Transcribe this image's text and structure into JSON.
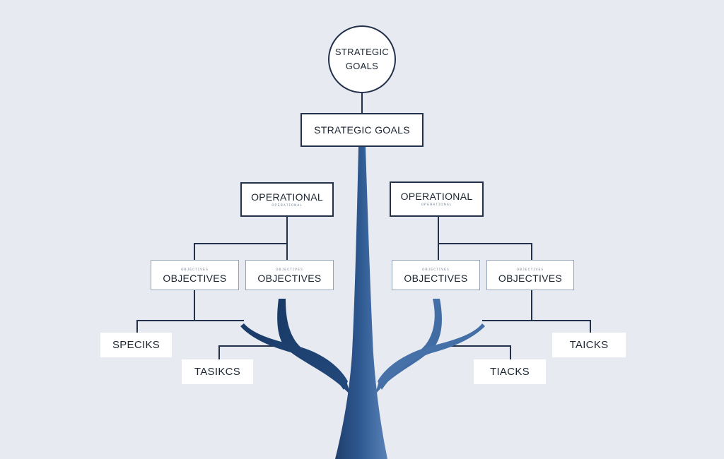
{
  "colors": {
    "background": "#e7eaf1",
    "connector": "#23324a",
    "trunk": "#1f4474",
    "trunk_light": "#5a83b8",
    "box_fill": "#ffffff"
  },
  "diagram": {
    "root": {
      "line1": "STRATEGIC",
      "line2": "GOALS"
    },
    "goals_box": {
      "label": "STRATEGIC GOALS"
    },
    "operational": [
      {
        "label": "OPERATIONAL",
        "sub": "ᴏᴘᴇʀᴀᴛɪᴏɴᴀʟ"
      },
      {
        "label": "OPERATIONAL",
        "sub": "ᴏᴘᴇʀᴀᴛɪᴏɴᴀʟ"
      }
    ],
    "objectives": [
      {
        "label": "OBJECTIVES",
        "sub": "ᴏʙᴊᴇᴄᴛɪᴠᴇs"
      },
      {
        "label": "OBJECTIVES",
        "sub": "ᴏʙᴊᴇᴄᴛɪᴠᴇs"
      },
      {
        "label": "OBJECTIVES",
        "sub": "ᴏʙᴊᴇᴄᴛɪᴠᴇs"
      },
      {
        "label": "OBJECTIVES",
        "sub": "ᴏʙᴊᴇᴄᴛɪᴠᴇs"
      }
    ],
    "leaves": [
      {
        "label": "SPECIKS"
      },
      {
        "label": "TASIKCS"
      },
      {
        "label": "TIACKS"
      },
      {
        "label": "TAICKS"
      }
    ]
  }
}
